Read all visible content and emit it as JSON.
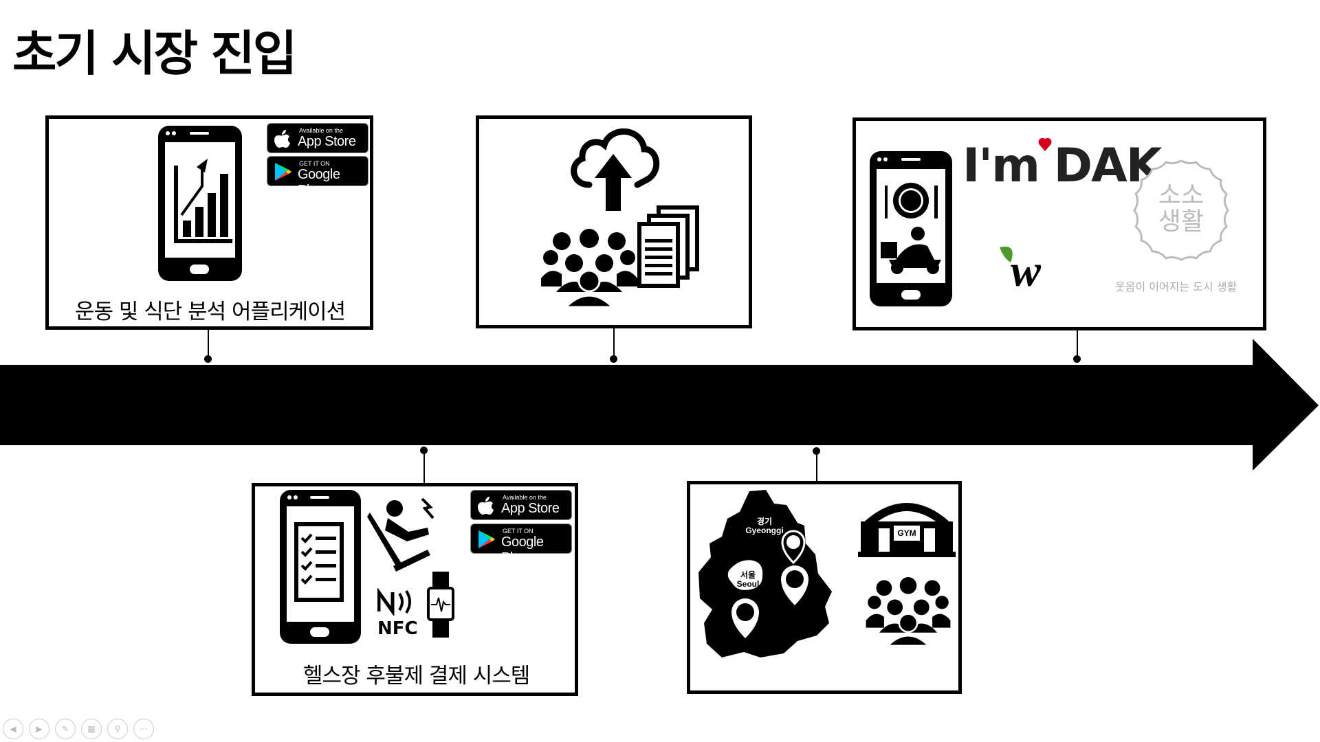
{
  "slide": {
    "title": "초기 시장 진입"
  },
  "stages": {
    "stage1": {
      "caption": "운동 및 식단 분석 어플리케이션",
      "icons": [
        "phone-analytics-icon",
        "app-store-badge",
        "google-play-badge"
      ]
    },
    "stage2": {
      "icons": [
        "cloud-upload-icon",
        "crowd-icon",
        "documents-icon"
      ]
    },
    "stage3": {
      "icons": [
        "phone-food-delivery-icon",
        "imdak-logo",
        "w-logo",
        "sosa-logo"
      ],
      "imdak_text": "I'm DAK",
      "w_text": "w",
      "sosa_seal_line1": "소소",
      "sosa_seal_line2": "생활",
      "sosa_tagline": "웃음이 이어지는 도시 생활"
    },
    "stage4": {
      "caption": "헬스장 후불제 결제 시스템",
      "nfc_label": "NFC",
      "icons": [
        "phone-checklist-icon",
        "exercise-machine-icon",
        "nfc-icon",
        "smartwatch-icon",
        "app-store-badge",
        "google-play-badge"
      ]
    },
    "stage5": {
      "map_label_gyeonggi_ko": "경기",
      "map_label_gyeonggi_en": "Gyeonggi",
      "map_label_seoul_ko": "서울",
      "map_label_seoul_en": "Seoul",
      "gym_label": "GYM",
      "icons": [
        "map-icon",
        "gym-building-icon",
        "crowd-icon"
      ]
    }
  },
  "badges": {
    "appstore_small": "Available on the",
    "appstore_big": "App Store",
    "googleplay_small": "GET IT ON",
    "googleplay_big": "Google Play"
  },
  "colors": {
    "primary": "#000000",
    "background": "#ffffff",
    "imdak_accent": "#d6001c",
    "w_logo_green": "#4c9a2a",
    "sosa_gray": "#b0b0b0"
  },
  "controls": [
    "prev-icon",
    "next-icon",
    "pen-icon",
    "slides-icon",
    "zoom-icon",
    "more-icon"
  ]
}
